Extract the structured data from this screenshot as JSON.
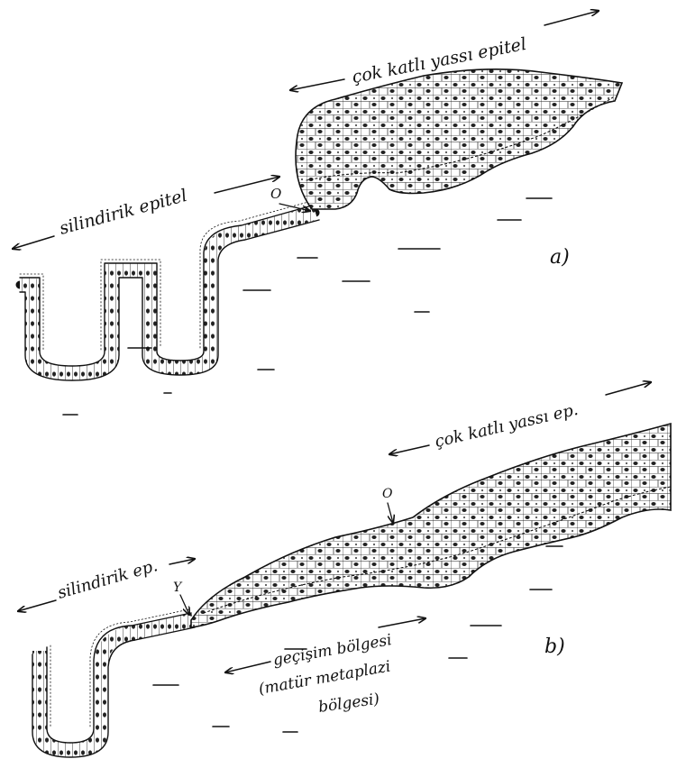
{
  "panel_a": {
    "label_squamous": "çok katlı yassı epitel",
    "label_columnar": "silindirik epitel",
    "marker_o": "O",
    "panel_letter": "a)"
  },
  "panel_b": {
    "label_squamous": "çok katlı yassı ep.",
    "label_columnar": "silindirik ep.",
    "marker_y": "Y",
    "marker_o": "O",
    "transition_line1": "geçişim bölgesi",
    "transition_line2": "(matür metaplazi",
    "transition_line3": "bölgesi)",
    "panel_letter": "b)"
  },
  "colors": {
    "ink": "#111111",
    "paper": "#ffffff"
  }
}
